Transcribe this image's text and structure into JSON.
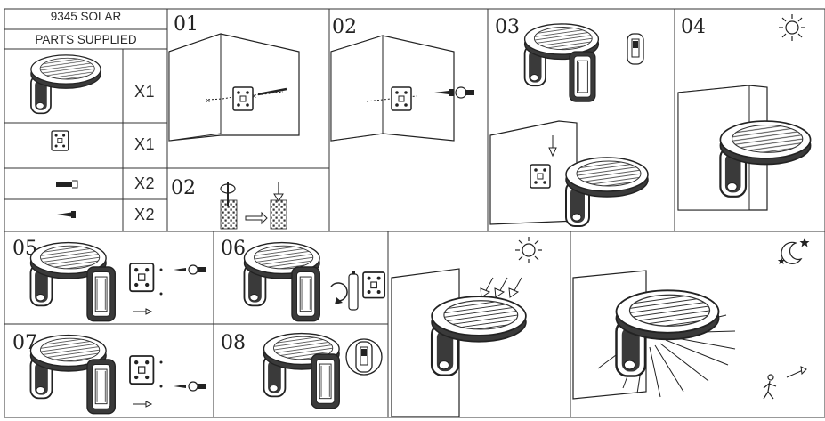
{
  "parts_table": {
    "title": "9345 SOLAR",
    "subtitle": "PARTS SUPPLIED",
    "rows": [
      {
        "icon": "solar-lamp-icon",
        "qty": "X1"
      },
      {
        "icon": "mounting-plate-icon",
        "qty": "X1"
      },
      {
        "icon": "wall-plug-icon",
        "qty": "X2"
      },
      {
        "icon": "screw-icon",
        "qty": "X2"
      }
    ]
  },
  "steps": [
    {
      "label": "01"
    },
    {
      "label": "02"
    },
    {
      "label": "03"
    },
    {
      "label": "04"
    },
    {
      "label": "02"
    },
    {
      "label": "05"
    },
    {
      "label": "06"
    },
    {
      "label": "07"
    },
    {
      "label": "08"
    }
  ],
  "icons": {
    "day": "sun-icon",
    "night": "moon-stars-icon",
    "motion": "walking-person-icon",
    "switch": "on-off-switch-icon"
  },
  "colors": {
    "line": "#2b2b2b",
    "wall_fill": "#ffffff",
    "lamp_body": "#3a3a3a",
    "panel_fill": "#ffffff"
  }
}
